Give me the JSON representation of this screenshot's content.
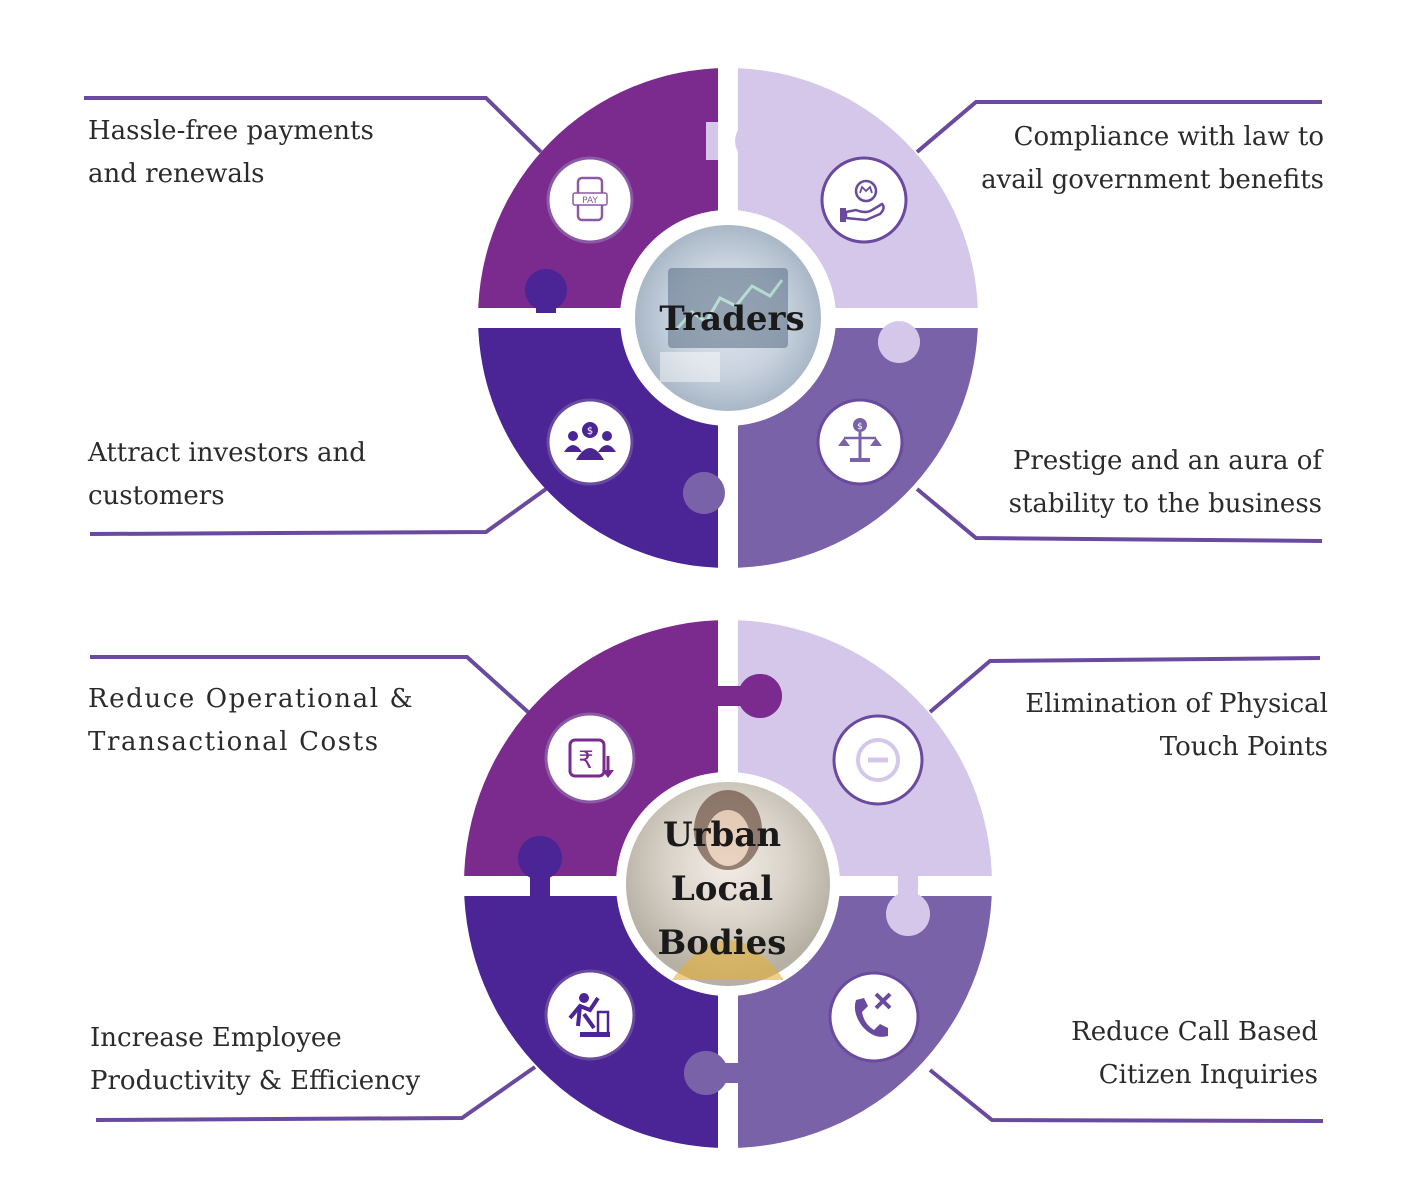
{
  "colors": {
    "top_left": "#7b2a8e",
    "top_right": "#d4c7ea",
    "bottom_left": "#4b2596",
    "bottom_right": "#7a62a9",
    "line": "#6a4a9e",
    "text": "#2b2b2b",
    "center_text": "#1a1a1a"
  },
  "traders": {
    "center_title": "Traders",
    "quadrants": [
      {
        "position": "top-left",
        "icon": "pay-phone-icon",
        "lines": [
          "Hassle-free payments",
          "and renewals"
        ]
      },
      {
        "position": "top-right",
        "icon": "hand-crown-icon",
        "lines": [
          "Compliance with law to",
          "avail government benefits"
        ]
      },
      {
        "position": "bottom-left",
        "icon": "investors-icon",
        "lines": [
          "Attract investors and",
          "customers"
        ]
      },
      {
        "position": "bottom-right",
        "icon": "balance-scale-icon",
        "lines": [
          "Prestige and an aura of",
          "stability to the business"
        ]
      }
    ]
  },
  "urban": {
    "center_title_lines": [
      "Urban",
      "Local",
      "Bodies"
    ],
    "quadrants": [
      {
        "position": "top-left",
        "icon": "rupee-down-icon",
        "lines": [
          "Reduce Operational &",
          "Transactional Costs"
        ]
      },
      {
        "position": "top-right",
        "icon": "minus-circle-icon",
        "lines": [
          "Elimination of Physical",
          "Touch Points"
        ]
      },
      {
        "position": "bottom-left",
        "icon": "productivity-icon",
        "lines": [
          "Increase Employee",
          "Productivity & Efficiency"
        ]
      },
      {
        "position": "bottom-right",
        "icon": "phone-cancel-icon",
        "lines": [
          "Reduce Call Based",
          "Citizen Inquiries"
        ]
      }
    ]
  }
}
